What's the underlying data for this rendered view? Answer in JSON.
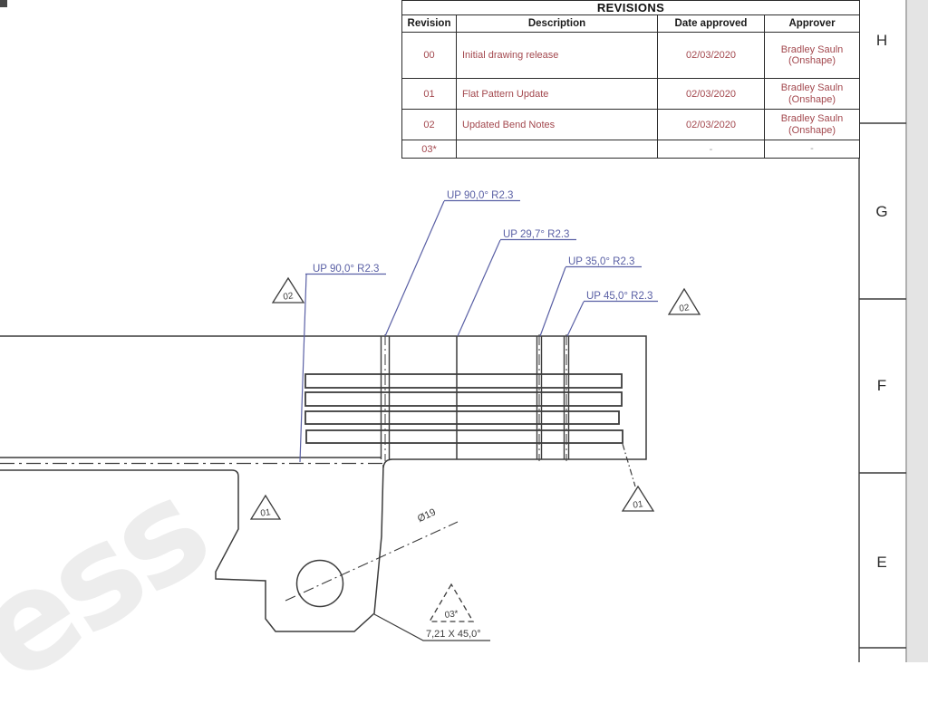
{
  "colors": {
    "annotation_blue": "#5a60a5",
    "drawing_line": "#3c3c3c",
    "revision_red": "#a3484e",
    "page_outside": "#e4e4e4"
  },
  "watermark": {
    "text": "ess"
  },
  "revisions_table": {
    "title": "REVISIONS",
    "columns": {
      "revision": "Revision",
      "description": "Description",
      "date": "Date approved",
      "approver": "Approver"
    },
    "rows": [
      {
        "revision": "00",
        "description": "Initial drawing release",
        "date": "02/03/2020",
        "approver_line1": "Bradley Sauln",
        "approver_line2": "(Onshape)"
      },
      {
        "revision": "01",
        "description": "Flat Pattern Update",
        "date": "02/03/2020",
        "approver_line1": "Bradley Sauln",
        "approver_line2": "(Onshape)"
      },
      {
        "revision": "02",
        "description": "Updated Bend Notes",
        "date": "02/03/2020",
        "approver_line1": "Bradley Sauln",
        "approver_line2": "(Onshape)"
      },
      {
        "revision": "03*",
        "description": "",
        "date": "-",
        "approver_line1": "-",
        "approver_line2": ""
      }
    ]
  },
  "drawing": {
    "bend_notes": [
      {
        "label": "UP 90,0° R2.3"
      },
      {
        "label": "UP 90,0° R2.3"
      },
      {
        "label": "UP 29,7° R2.3"
      },
      {
        "label": "UP 35,0° R2.3"
      },
      {
        "label": "UP 45,0° R2.3"
      }
    ],
    "revision_flags": [
      {
        "label": "02"
      },
      {
        "label": "02"
      },
      {
        "label": "01"
      },
      {
        "label": "01"
      },
      {
        "label": "03*"
      }
    ],
    "hole_diameter": "Ø19",
    "chamfer_note": "7,21 X 45,0°"
  },
  "zone_labels": [
    "H",
    "G",
    "F",
    "E"
  ]
}
